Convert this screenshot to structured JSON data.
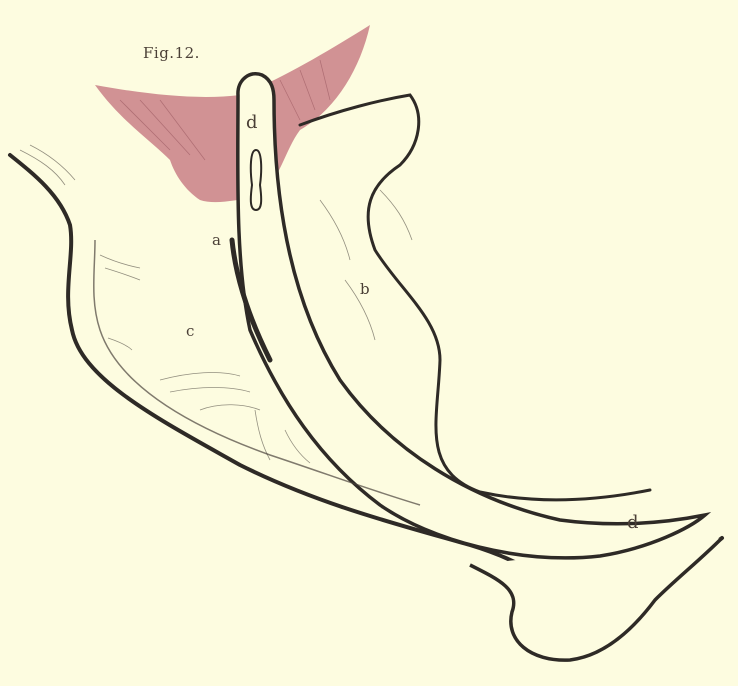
{
  "figure": {
    "title": "Fig.12.",
    "labels": {
      "d_top": "d",
      "a": "a",
      "b": "b",
      "c": "c",
      "d_right": "d"
    }
  },
  "colors": {
    "paper": "#fdfce0",
    "ink": "#2e2a26",
    "tissue": "#c97f86"
  }
}
